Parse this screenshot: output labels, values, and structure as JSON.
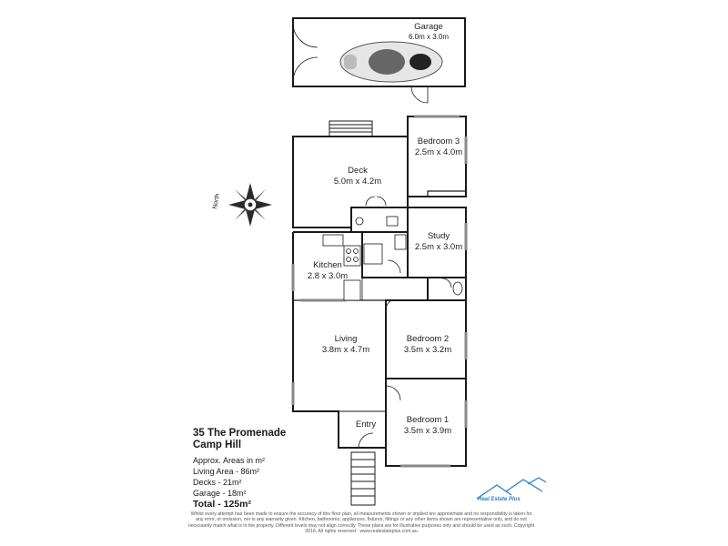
{
  "rooms": {
    "garage": {
      "name": "Garage",
      "dims": "6.0m x 3.0m"
    },
    "bedroom3": {
      "name": "Bedroom 3",
      "dims": "2.5m x 4.0m"
    },
    "deck": {
      "name": "Deck",
      "dims": "5.0m x 4.2m"
    },
    "study": {
      "name": "Study",
      "dims": "2.5m x 3.0m"
    },
    "kitchen": {
      "name": "Kitchen",
      "dims": "2.8 x 3.0m"
    },
    "living": {
      "name": "Living",
      "dims": "3.8m x 4.7m"
    },
    "bedroom2": {
      "name": "Bedroom 2",
      "dims": "3.5m x 3.2m"
    },
    "bedroom1": {
      "name": "Bedroom 1",
      "dims": "3.5m x 3.9m"
    },
    "entry": {
      "name": "Entry"
    }
  },
  "compass": {
    "label": "North",
    "icon": "compass-rose-icon"
  },
  "property": {
    "address_line1": "35 The Promenade",
    "address_line2": "Camp Hill",
    "areas_heading": "Approx. Areas in m²",
    "living_area": "Living Area - 86m²",
    "decks": "Decks - 21m²",
    "garage": "Garage - 18m²",
    "total": "Total - 125m²"
  },
  "logo": {
    "text": "Real Estate Plus"
  },
  "disclaimer": "Whilst every attempt has been made to ensure the accuracy of this floor plan, all measurements shown or implied are approximate and no responsibility is taken for any error, or omission, nor is any warranty given. Kitchen, bathrooms, appliances, fixtures, fittings or any other items shown are representative only, and do not necessarily match what is in the property. Different levels may not align correctly. These plans are for illustrative purposes only and should be used as such. Copyright 2016. All rights reserved - www.realestateplus.com.au",
  "colors": {
    "wall": "#1a1a1a",
    "fill": "#ffffff",
    "window": "#7a7a7a",
    "logo": "#2a7ec8"
  }
}
